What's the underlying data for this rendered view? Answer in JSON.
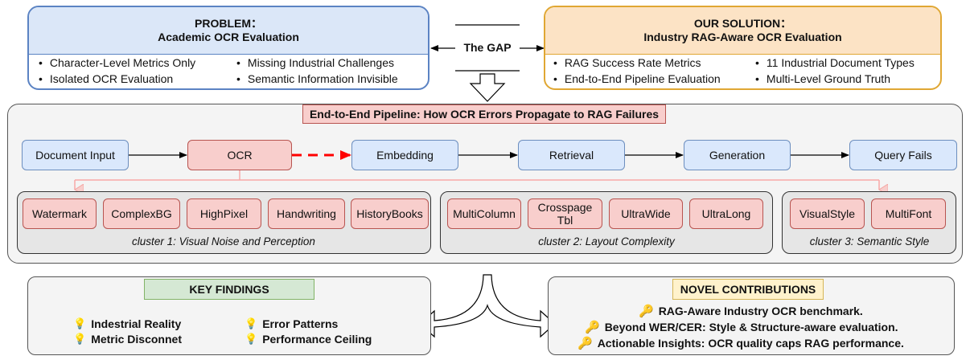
{
  "problem": {
    "heading": "PROBLEM：",
    "title": "Academic OCR Evaluation",
    "bullets_left": [
      "Character-Level Metrics Only",
      "Isolated OCR Evaluation"
    ],
    "bullets_right": [
      "Missing Industrial Challenges",
      "Semantic Information Invisible"
    ]
  },
  "gap_label": "The GAP",
  "solution": {
    "heading": "OUR SOLUTION：",
    "title": "Industry RAG-Aware OCR Evaluation",
    "bullets_left": [
      "RAG Success Rate Metrics",
      "End-to-End Pipeline Evaluation"
    ],
    "bullets_right": [
      "11 Industrial Document Types",
      "Multi-Level Ground Truth"
    ]
  },
  "pipeline": {
    "title": "End-to-End Pipeline: How OCR Errors Propagate to RAG Failures",
    "nodes": [
      "Document Input",
      "OCR",
      "Embedding",
      "Retrieval",
      "Generation",
      "Query Fails"
    ]
  },
  "clusters": [
    {
      "label": "cluster 1: Visual Noise and Perception",
      "items": [
        "Watermark",
        "ComplexBG",
        "HighPixel",
        "Handwriting",
        "HistoryBooks"
      ]
    },
    {
      "label": "cluster 2: Layout Complexity",
      "items": [
        "MultiColumn",
        "Crosspage\nTbl",
        "UltraWide",
        "UltraLong"
      ]
    },
    {
      "label": "cluster 3: Semantic Style",
      "items": [
        "VisualStyle",
        "MultiFont"
      ]
    }
  ],
  "findings": {
    "title": "KEY FINDINGS",
    "items": [
      "Indestrial Reality",
      "Metric Disconnet",
      "Error Patterns",
      "Performance Ceiling"
    ]
  },
  "contributions": {
    "title": "NOVEL CONTRIBUTIONS",
    "items": [
      "RAG-Aware Industry OCR benchmark.",
      "Beyond WER/CER: Style & Structure-aware evaluation.",
      "Actionable Insights: OCR quality caps RAG performance."
    ]
  },
  "icons": {
    "findings": "lightbulb-icon",
    "contributions": "key-icon"
  },
  "colors": {
    "problem_border": "#5b83c3",
    "problem_fill": "#dbe7f8",
    "solution_border": "#e0a733",
    "solution_fill": "#fce3c5",
    "blue_node": "#dae8fc",
    "red_node": "#f8cecc",
    "findings_title_fill": "#d5e8d4",
    "contributions_title_fill": "#fff2cc"
  }
}
